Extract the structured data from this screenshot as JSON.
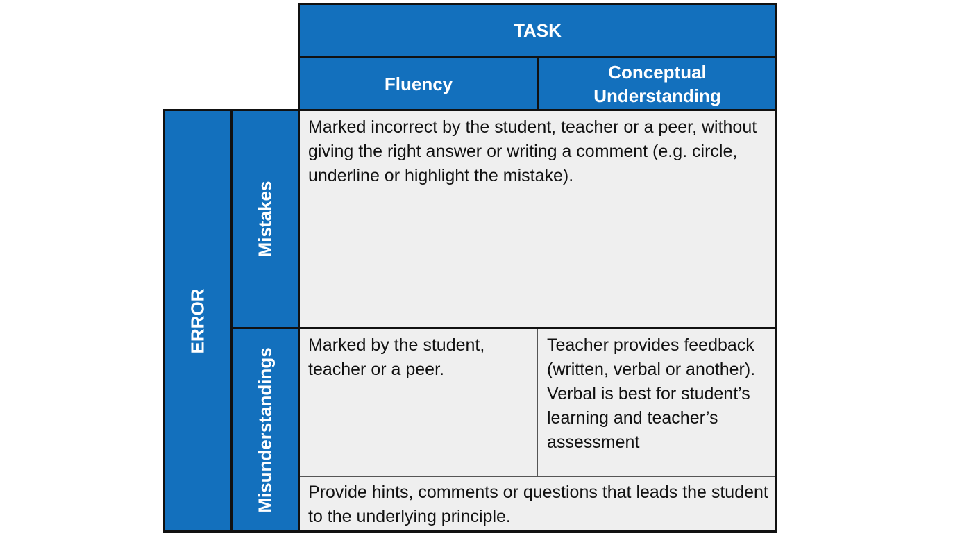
{
  "colors": {
    "header_blue": "#1370bd",
    "cell_grey": "#efefef",
    "border": "#111111"
  },
  "header": {
    "task": "TASK",
    "fluency": "Fluency",
    "conceptual": "Conceptual Understanding"
  },
  "side": {
    "error": "ERROR",
    "mistakes": "Mistakes",
    "misunderstandings": "Misunderstandings"
  },
  "cells": {
    "mistakes_text": "Marked incorrect by the student, teacher or a peer, without giving the right answer or writing a comment (e.g. circle, underline or highlight the mistake).",
    "misund_fluency_text": "Marked by the student, teacher or a peer.",
    "misund_conceptual_line1": "Teacher provides feedback (written, verbal or another).",
    "misund_conceptual_line2": "Verbal is best for student’s learning and teacher’s assessment",
    "bottom_text": "Provide hints, comments or questions that leads the student to the underlying principle."
  }
}
